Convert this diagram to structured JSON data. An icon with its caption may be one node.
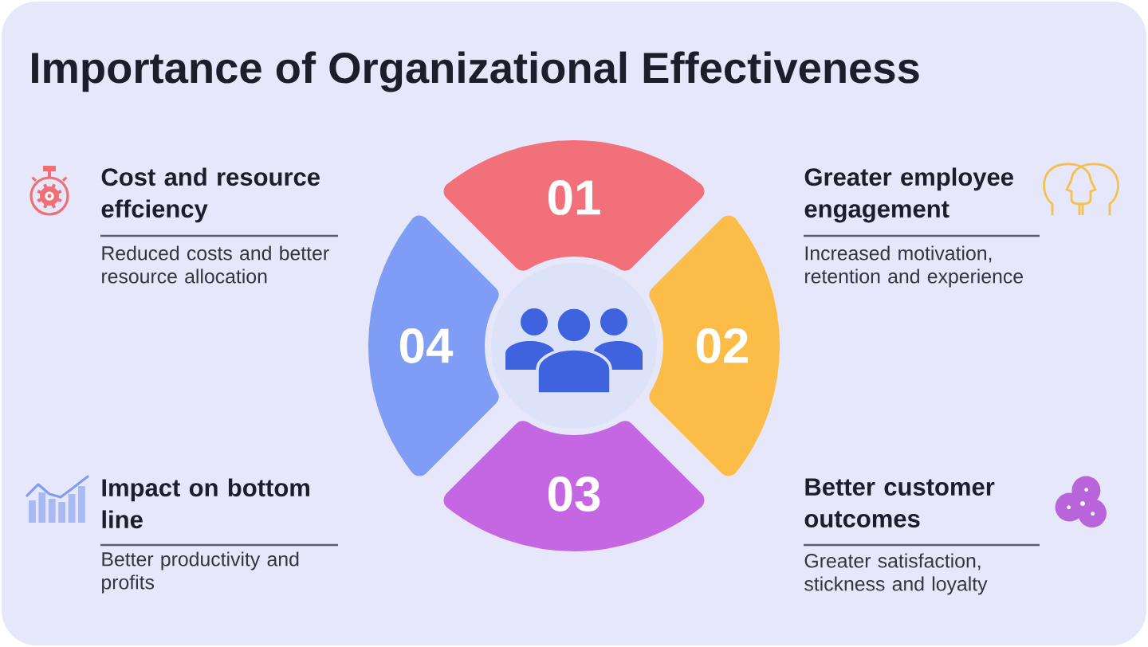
{
  "diagram": {
    "title": "Importance of Organizational Effectiveness",
    "nodes": [
      {
        "text": [
          "01"
        ]
      },
      {
        "text": [
          "02"
        ]
      },
      {
        "text": [
          "03"
        ]
      },
      {
        "text": [
          "04"
        ]
      }
    ],
    "labels": [
      "Cost and resource effciency",
      "Reduced costs and better resource allocation",
      "Greater employee engagement",
      "Increased motivation, retention and experience",
      "Impact on bottom line",
      "Better productivity and profits",
      "Better customer outcomes",
      "Greater satisfaction, stickness and loyalty"
    ]
  }
}
